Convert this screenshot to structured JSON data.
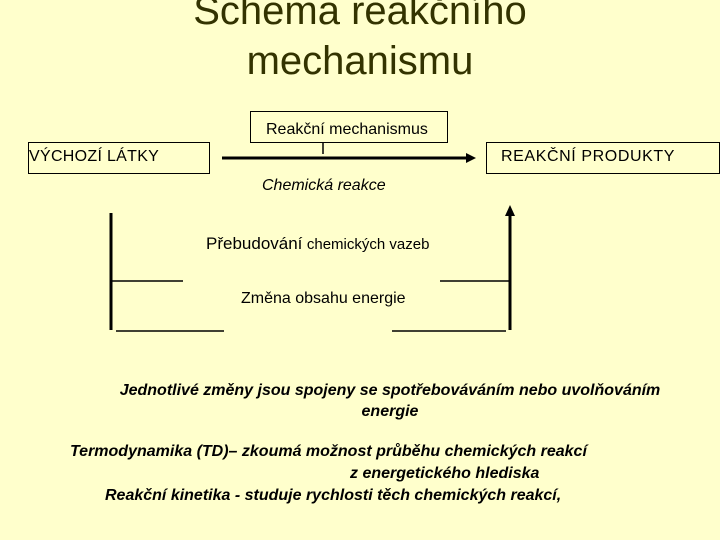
{
  "title": {
    "line1": "Schema reakčního",
    "line2": "mechanismu"
  },
  "diagram": {
    "mechanism_label": "Reakční mechanismus",
    "reactants_label": "VÝCHOZÍ LÁTKY",
    "products_label": "REAKČNÍ  PRODUKTY",
    "reaction_label": "Chemická reakce",
    "bonds_label_a": "Přebudování",
    "bonds_label_b": "chemických vazeb",
    "energy_label": "Změna obsahu energie"
  },
  "notes": {
    "changes_line1": "Jednotlivé změny jsou spojeny se spotřebováváním  nebo uvolňováním",
    "changes_line2": "energie",
    "td_line1": "Termodynamika (TD)– zkoumá možnost průběhu chemických reakcí",
    "td_line2": "z energetického hlediska",
    "kinetics_line": "Reakční kinetika - studuje rychlosti těch chemických reakcí,"
  },
  "colors": {
    "background": "#ffffcc",
    "title": "#333300",
    "ink": "#000000"
  }
}
